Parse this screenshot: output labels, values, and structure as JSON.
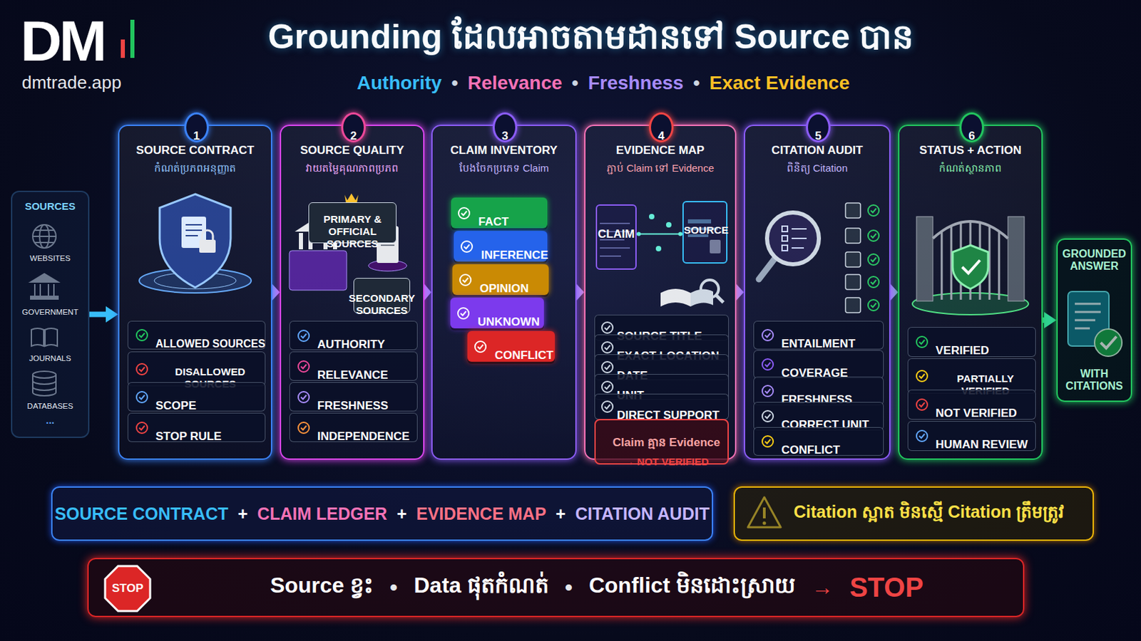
{
  "diagram": {
    "title": "Grounding ដែលអាចតាមដានទៅ Source បាន",
    "nodes": [
      {
        "text": [
          "SOURCES"
        ]
      },
      {
        "text": [
          "SOURCE CONTRACT",
          "កំណត់ប្រភពអនុញ្ញាត"
        ]
      },
      {
        "text": [
          "1"
        ],
        "in": 1
      },
      {
        "text": [
          "ALLOWED SOURCES"
        ],
        "in": 1
      },
      {
        "text": [
          "DISALLOWED SOURCES"
        ],
        "in": 1
      },
      {
        "text": [
          "SCOPE"
        ],
        "in": 1
      },
      {
        "text": [
          "STOP RULE"
        ],
        "in": 1
      },
      {
        "text": [
          "SOURCE QUALITY",
          "វាយតម្លៃគុណភាពប្រភព"
        ]
      },
      {
        "text": [
          "2"
        ],
        "in": 7
      },
      {
        "text": [
          "PRIMARY & OFFICIAL SOURCES"
        ],
        "in": 7
      },
      {
        "text": [
          "SECONDARY SOURCES"
        ],
        "in": 7
      },
      {
        "text": [
          "AUTHORITY"
        ],
        "in": 7
      },
      {
        "text": [
          "RELEVANCE"
        ],
        "in": 7
      },
      {
        "text": [
          "FRESHNESS"
        ],
        "in": 7
      },
      {
        "text": [
          "INDEPENDENCE"
        ],
        "in": 7
      },
      {
        "text": [
          "CLAIM INVENTORY",
          "បែងចែកប្រភេទ Claim"
        ]
      },
      {
        "text": [
          "3"
        ],
        "in": 15
      },
      {
        "text": [
          "FACT"
        ],
        "in": 15
      },
      {
        "text": [
          "INFERENCE"
        ],
        "in": 15
      },
      {
        "text": [
          "OPINION"
        ],
        "in": 15
      },
      {
        "text": [
          "UNKNOWN"
        ],
        "in": 15
      },
      {
        "text": [
          "CONFLICT"
        ],
        "in": 15
      },
      {
        "text": [
          "EVIDENCE MAP",
          "ភ្ជាប់ Claim ទៅ Evidence"
        ]
      },
      {
        "text": [
          "4"
        ],
        "in": 22
      },
      {
        "text": [
          "CLAIM"
        ],
        "in": 22
      },
      {
        "text": [
          "SOURCE"
        ],
        "in": 22
      },
      {
        "text": [
          "SOURCE TITLE"
        ],
        "in": 22
      },
      {
        "text": [
          "EXACT LOCATION"
        ],
        "in": 22
      },
      {
        "text": [
          "DATE"
        ],
        "in": 22
      },
      {
        "text": [
          "UNIT"
        ],
        "in": 22
      },
      {
        "text": [
          "DIRECT SUPPORT"
        ],
        "in": 22
      },
      {
        "text": [
          "Claim គ្មាន Evidence",
          "→ NOT VERIFIED"
        ],
        "in": 22
      },
      {
        "text": [
          "CITATION AUDIT",
          "ពិនិត្យ Citation"
        ]
      },
      {
        "text": [
          "5"
        ],
        "in": 32
      },
      {
        "text": [
          "ENTAILMENT"
        ],
        "in": 32
      },
      {
        "text": [
          "COVERAGE"
        ],
        "in": 32
      },
      {
        "text": [
          "FRESHNESS"
        ],
        "in": 32
      },
      {
        "text": [
          "CORRECT UNIT"
        ],
        "in": 32
      },
      {
        "text": [
          "CONFLICT"
        ],
        "in": 32
      },
      {
        "text": [
          "STATUS + ACTION",
          "កំណត់ស្ថានភាព"
        ]
      },
      {
        "text": [
          "6"
        ],
        "in": 39
      },
      {
        "text": [
          "VERIFIED"
        ],
        "in": 39
      },
      {
        "text": [
          "PARTIALLY VERIFIED"
        ],
        "in": 39
      },
      {
        "text": [
          "NOT VERIFIED"
        ],
        "in": 39
      },
      {
        "text": [
          "HUMAN REVIEW"
        ],
        "in": 39
      },
      {
        "text": [
          "GROUNDED ANSWER",
          "WITH CITATIONS"
        ]
      },
      {
        "text": [
          "SOURCE CONTRACT",
          "+",
          "CLAIM LEDGER",
          "+",
          "EVIDENCE MAP",
          "+",
          "CITATION AUDIT"
        ]
      },
      {
        "text": [
          "Citation ស្អាត មិនស្មើ Citation ត្រឹមត្រូវ"
        ]
      },
      {
        "text": [
          "Source ខ្វះ",
          "•",
          "Data ផុតកំណត់",
          "•",
          "Conflict មិនដោះស្រាយ",
          "→",
          "STOP"
        ]
      },
      {
        "text": [
          "STOP"
        ],
        "in": 48
      }
    ],
    "edges": [
      {
        "from": 0,
        "to": 1,
        "arrow": "to"
      },
      {
        "from": 1,
        "to": 7,
        "arrow": "to"
      },
      {
        "from": 7,
        "to": 15,
        "arrow": "to"
      },
      {
        "from": 15,
        "to": 22,
        "arrow": "to"
      },
      {
        "from": 22,
        "to": 32,
        "arrow": "to"
      },
      {
        "from": 32,
        "to": 39,
        "arrow": "to"
      },
      {
        "from": 39,
        "to": 45,
        "arrow": "to"
      },
      {
        "from": 24,
        "to": 25,
        "arrow": "none"
      }
    ],
    "labels": [
      "DM",
      "dmtrade.app",
      "Authority",
      "•",
      "Relevance",
      "•",
      "Freshness",
      "•",
      "Exact Evidence",
      "WEBSITES",
      "GOVERNMENT",
      "JOURNALS",
      "DATABASES",
      "..."
    ]
  }
}
